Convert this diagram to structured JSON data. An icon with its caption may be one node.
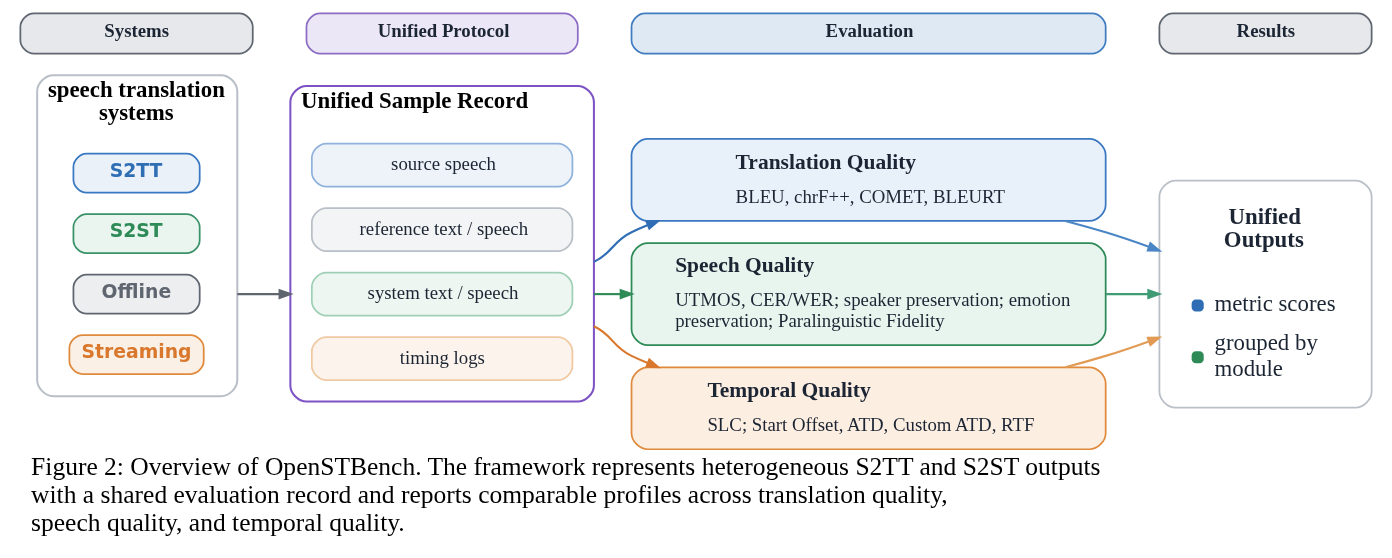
{
  "diagram": {
    "caption": "Figure 2: Overview of OpenSTBench. The framework represents heterogeneous S2TT and S2ST outputs with a shared evaluation record and reports comparable profiles across translation quality, speech quality, and temporal quality.",
    "nodes": [
      {
        "text": [
          "Systems"
        ]
      },
      {
        "text": [
          "Unified Protocol"
        ]
      },
      {
        "text": [
          "Evaluation"
        ]
      },
      {
        "text": [
          "Results"
        ]
      },
      {
        "text": [
          "speech translation systems"
        ]
      },
      {
        "text": [
          "S2TT"
        ],
        "in": 4
      },
      {
        "text": [
          "S2ST"
        ],
        "in": 4
      },
      {
        "text": [
          "Offline"
        ],
        "in": 4
      },
      {
        "text": [
          "Streaming"
        ],
        "in": 4
      },
      {
        "text": [
          "Unified Sample Record"
        ]
      },
      {
        "text": [
          "source speech"
        ],
        "in": 9
      },
      {
        "text": [
          "reference text / speech"
        ],
        "in": 9
      },
      {
        "text": [
          "system text / speech"
        ],
        "in": 9
      },
      {
        "text": [
          "timing logs"
        ],
        "in": 9
      },
      {
        "text": [
          "Translation Quality",
          "BLEU, chrF++, COMET, BLEURT"
        ]
      },
      {
        "text": [
          "Speech Quality",
          "UTMOS, CER/WER; speaker preservation; emotion preservation; Paralinguistic Fidelity"
        ]
      },
      {
        "text": [
          "Temporal Quality",
          "SLC; Start Offset, ATD, Custom ATD, RTF"
        ]
      },
      {
        "text": [
          "Unified Outputs",
          "metric scores",
          "grouped by module"
        ]
      }
    ],
    "edges": [
      {
        "from": 4,
        "to": 9,
        "arrow": "to",
        "color": "#5f6670"
      },
      {
        "from": 9,
        "to": 14,
        "arrow": "to",
        "color": "#2f6db5"
      },
      {
        "from": 9,
        "to": 15,
        "arrow": "to",
        "color": "#2e8b57"
      },
      {
        "from": 9,
        "to": 16,
        "arrow": "to",
        "color": "#d9782d"
      },
      {
        "from": 14,
        "to": 17,
        "arrow": "to",
        "color": "#4a86c5"
      },
      {
        "from": 15,
        "to": 17,
        "arrow": "to",
        "color": "#3f9c74"
      },
      {
        "from": 16,
        "to": 17,
        "arrow": "to",
        "color": "#e29b55"
      }
    ]
  }
}
